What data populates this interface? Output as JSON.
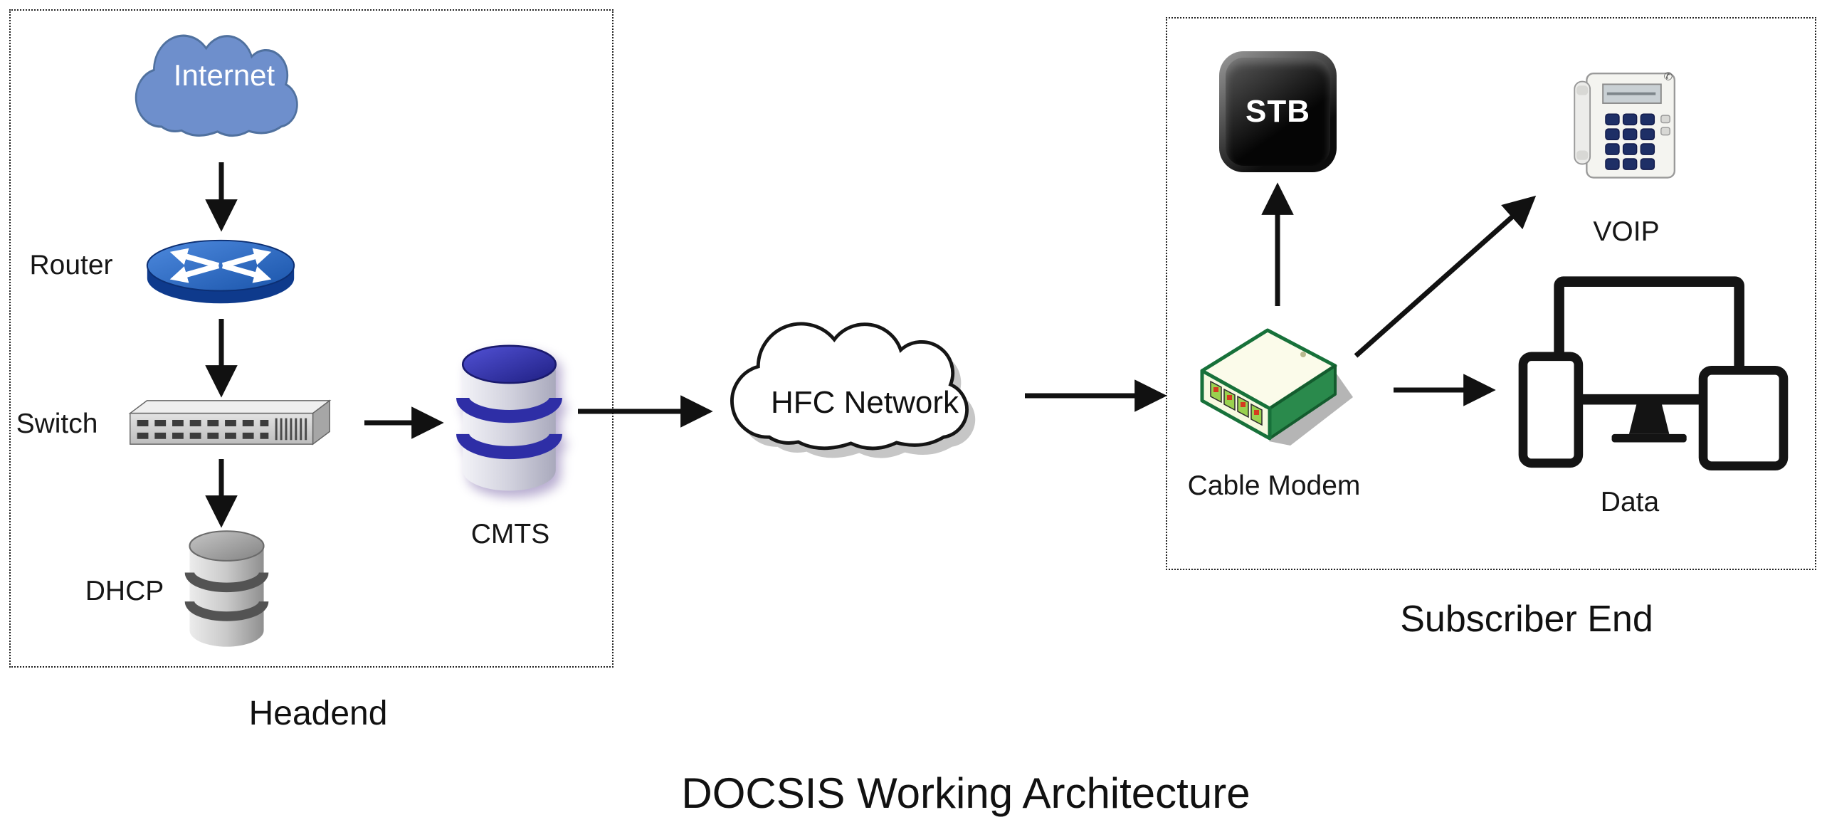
{
  "title": "DOCSIS Working Architecture",
  "groups": {
    "headend": {
      "label": "Headend"
    },
    "subscriber": {
      "label": "Subscriber End"
    }
  },
  "nodes": {
    "internet": {
      "label": "Internet",
      "icon": "cloud-icon"
    },
    "router": {
      "label": "Router",
      "icon": "router-icon"
    },
    "switch": {
      "label": "Switch",
      "icon": "network-switch-icon"
    },
    "dhcp": {
      "label": "DHCP",
      "icon": "database-cylinder-icon"
    },
    "cmts": {
      "label": "CMTS",
      "icon": "database-cylinder-icon"
    },
    "hfc": {
      "label": "HFC Network",
      "icon": "cloud-outline-icon"
    },
    "stb": {
      "label": "STB",
      "icon": "set-top-box-icon"
    },
    "voip": {
      "label": "VOIP",
      "icon": "desk-phone-icon"
    },
    "cable_modem": {
      "label": "Cable Modem",
      "icon": "cable-modem-icon"
    },
    "data": {
      "label": "Data",
      "icon": "devices-icon"
    }
  },
  "connections": [
    {
      "from": "internet",
      "to": "router"
    },
    {
      "from": "router",
      "to": "switch"
    },
    {
      "from": "switch",
      "to": "dhcp"
    },
    {
      "from": "switch",
      "to": "cmts"
    },
    {
      "from": "cmts",
      "to": "hfc"
    },
    {
      "from": "hfc",
      "to": "cable_modem"
    },
    {
      "from": "cable_modem",
      "to": "stb"
    },
    {
      "from": "cable_modem",
      "to": "voip"
    },
    {
      "from": "cable_modem",
      "to": "data"
    }
  ],
  "colors": {
    "internet_cloud": "#6e8fcc",
    "router_blue": "#1d5cb4",
    "cmts_blue": "#2c2c9a",
    "modem_green": "#17713a",
    "arrow": "#111111",
    "background": "#ffffff"
  }
}
